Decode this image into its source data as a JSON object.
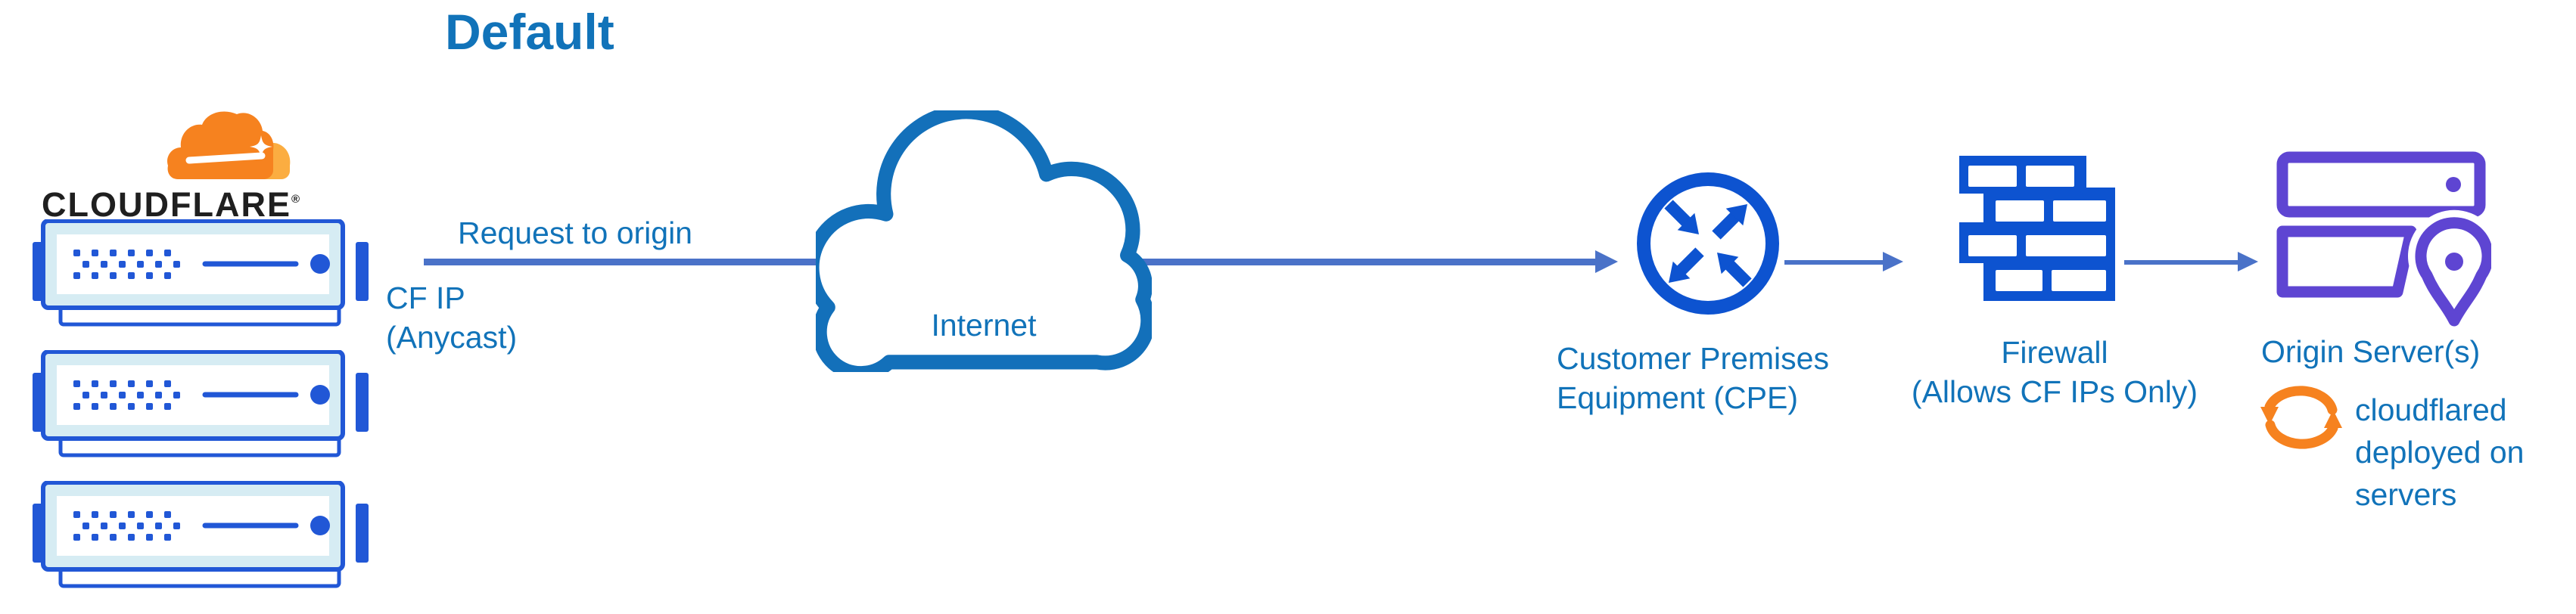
{
  "page": {
    "title": "Default"
  },
  "logo": {
    "wordmark": "CLOUDFLARE",
    "registered": "®"
  },
  "edge_network": {
    "server_count": 3
  },
  "flow": {
    "request_label": "Request to origin",
    "cf_ip_line1": "CF IP",
    "cf_ip_line2": "(Anycast)"
  },
  "nodes": {
    "internet": {
      "label": "Internet"
    },
    "cpe": {
      "label_line1": "Customer Premises",
      "label_line2": "Equipment (CPE)"
    },
    "firewall": {
      "label_line1": "Firewall",
      "label_line2": "(Allows CF IPs Only)"
    },
    "origin": {
      "label": "Origin Server(s)",
      "note_line1": "cloudflared",
      "note_line2": "deployed on",
      "note_line3": "servers"
    }
  },
  "icons": {
    "logo": "cloudflare-logo",
    "edge_server": "edge-server-icon",
    "internet": "cloud-icon",
    "cpe": "router-crossed-arrows-icon",
    "firewall": "brick-wall-icon",
    "origin": "server-rack-location-icon",
    "cloudflared": "sync-arrows-icon",
    "connector": "flow-arrow-icon"
  },
  "colors": {
    "label_text": "#1173b9",
    "title_text": "#1173b9",
    "connector": "#4a72c8",
    "icon_blue": "#0d53d0",
    "edge_server_blue": "#2157d6",
    "edge_server_fill": "#d6ecf3",
    "cloud_stroke": "#1370ba",
    "origin_purple": "#5e45d2",
    "orange": "#f6821f",
    "orange_light": "#fbad41",
    "wordmark_text": "#1f1f1f"
  }
}
